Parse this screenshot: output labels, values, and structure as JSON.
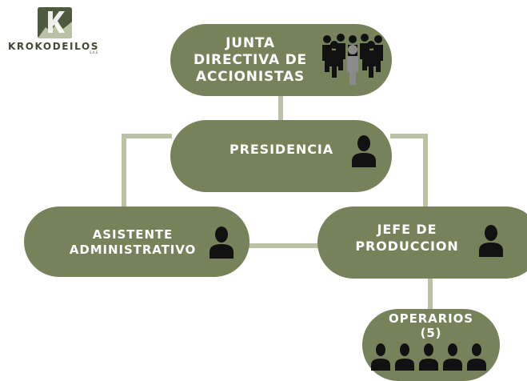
{
  "logo": {
    "name": "KROKODEILOS",
    "sub": "S.A.S"
  },
  "colors": {
    "node_fill": "#76825a",
    "connector": "#b9c2a5",
    "logo_fill": "#4d5a3e",
    "icon": "#111111",
    "icon_accent": "#8a8a8a"
  },
  "nodes": {
    "junta": {
      "label": "JUNTA\nDIRECTIVA DE\nACCIONISTAS",
      "icon": "people-group-icon"
    },
    "presidencia": {
      "label": "PRESIDENCIA",
      "icon": "person-icon"
    },
    "asistente": {
      "label": "ASISTENTE\nADMINISTRATIVO",
      "icon": "person-icon"
    },
    "jefe": {
      "label": "JEFE DE\nPRODUCCION",
      "icon": "person-icon"
    },
    "operarios": {
      "label": "OPERARIOS\n(5)",
      "icon": "five-people-icon"
    }
  }
}
